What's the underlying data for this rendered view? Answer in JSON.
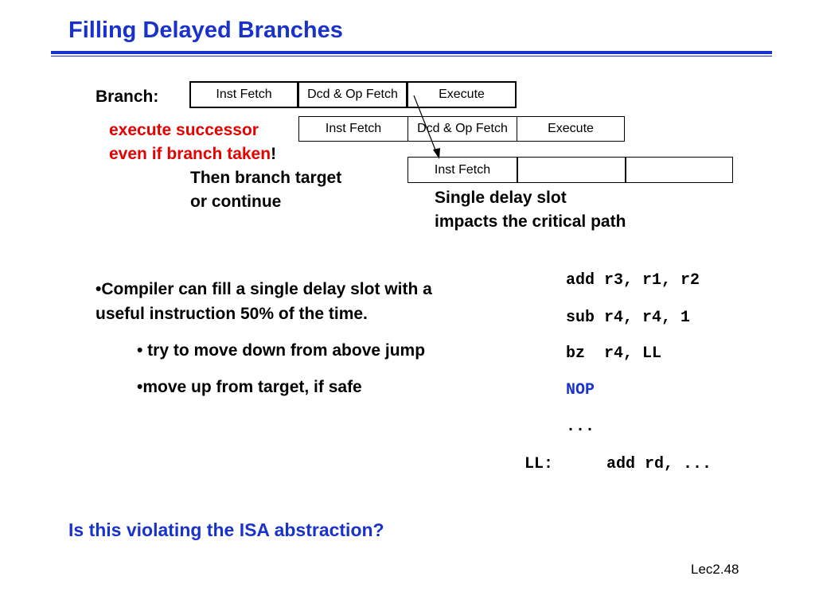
{
  "slide": {
    "title": "Filling Delayed Branches",
    "footer": "Lec2.48",
    "question": "Is this violating the ISA abstraction?"
  },
  "pipeline": {
    "branch_label": "Branch:",
    "row1": [
      "Inst Fetch",
      "Dcd & Op Fetch",
      "Execute"
    ],
    "row2": [
      "Inst Fetch",
      "Dcd & Op Fetch",
      "Execute"
    ],
    "row3": [
      "Inst Fetch",
      "",
      ""
    ],
    "successor_note_line1": "execute successor",
    "successor_note_line2_red": "even if branch taken",
    "successor_note_line2_black": "!",
    "then_note_line1": "Then branch target",
    "then_note_line2": "or continue",
    "delay_note_line1": "Single delay slot",
    "delay_note_line2": "impacts the critical path"
  },
  "bullets": [
    {
      "text": "•Compiler can fill a single delay slot with a useful instruction 50% of the time.",
      "level": 0
    },
    {
      "text": "• try to move down from above jump",
      "level": 1
    },
    {
      "text": "•move up from target, if safe",
      "level": 1
    }
  ],
  "code": {
    "line1": "add r3, r1, r2",
    "line2": "sub r4, r4, 1",
    "line3": "bz  r4, LL",
    "line4": "NOP",
    "line5": "...",
    "label": "LL:",
    "line6": "add rd, ..."
  },
  "colors": {
    "title_blue": "#1a32cc",
    "emphasis_red": "#e60000"
  }
}
